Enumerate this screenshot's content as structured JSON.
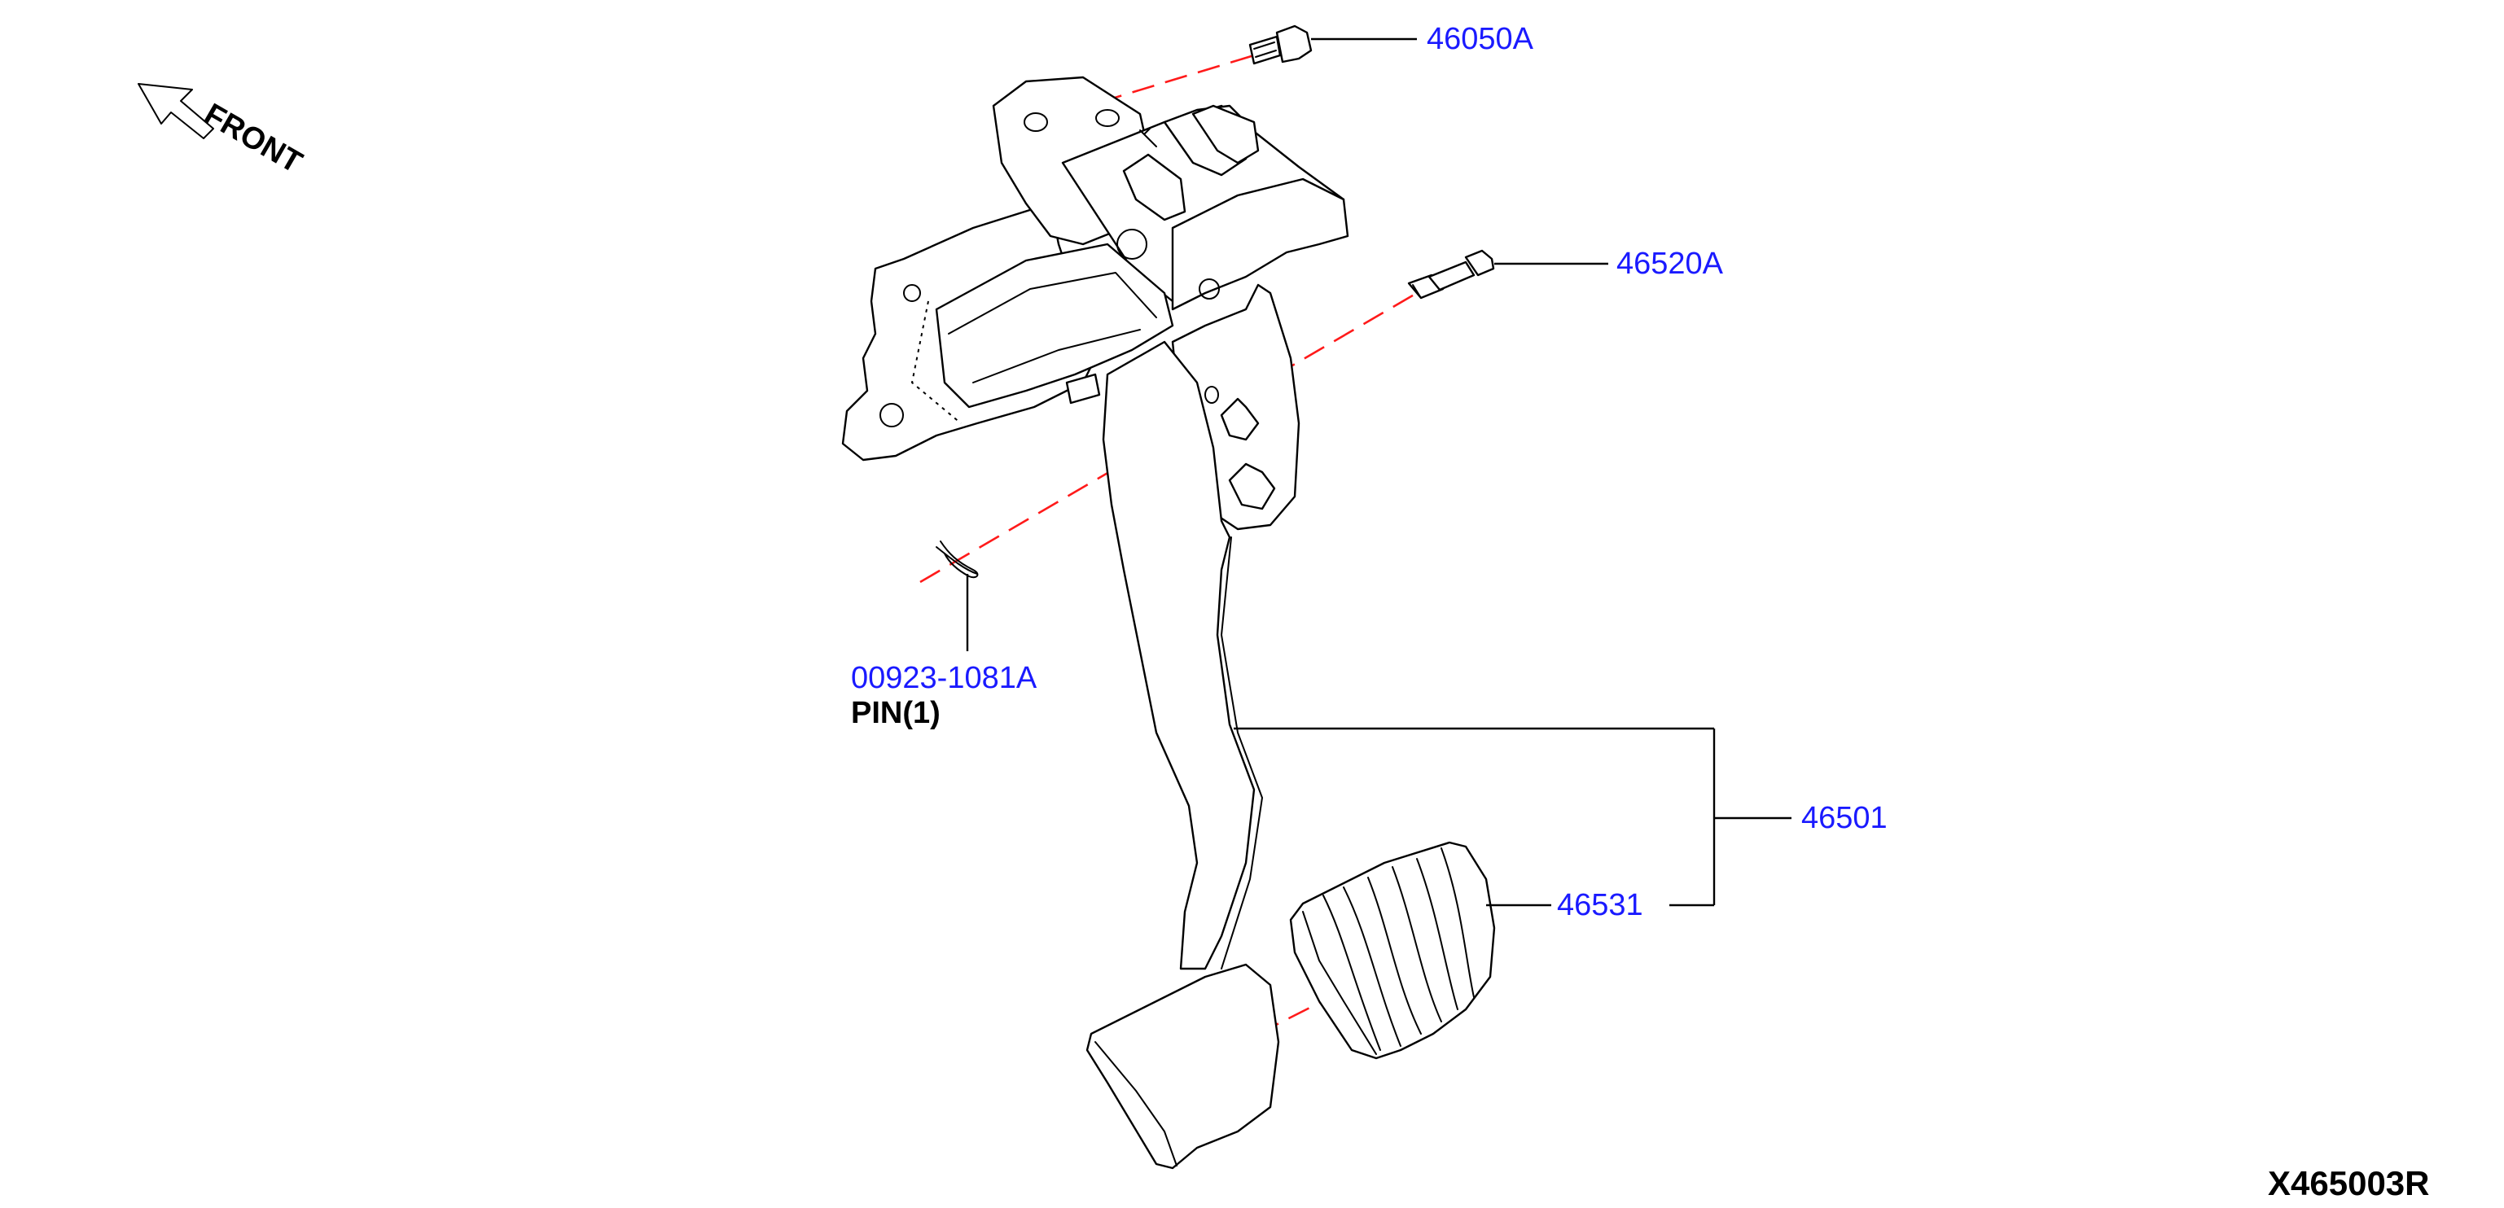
{
  "front_label": "FRONT",
  "parts": {
    "p46050A": "46050A",
    "p46520A": "46520A",
    "p00923": "00923-1081A",
    "p00923_desc": "PIN(1)",
    "p46501": "46501",
    "p46531": "46531"
  },
  "diagram_code": "X465003R",
  "colors": {
    "part_number": "#1a1aff",
    "center_line": "#ff1a1a",
    "line_art": "#000000"
  },
  "icons": {
    "front_arrow": "front-arrow-icon"
  }
}
